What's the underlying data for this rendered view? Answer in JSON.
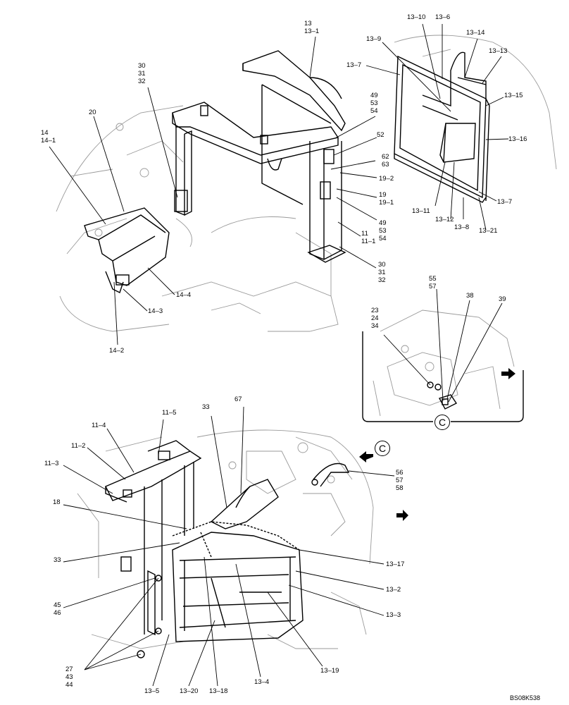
{
  "labels": {
    "l13": [
      "13",
      "13–1"
    ],
    "l30a": [
      "30",
      "31",
      "32"
    ],
    "l20": "20",
    "l14": [
      "14",
      "14–1"
    ],
    "l49a": [
      "49",
      "53",
      "54"
    ],
    "l52": "52",
    "l62": [
      "62",
      "63"
    ],
    "l19_2": "19–2",
    "l19": [
      "19",
      "19–1"
    ],
    "l49b": [
      "49",
      "53",
      "54"
    ],
    "l11": [
      "11",
      "11–1"
    ],
    "l30b": [
      "30",
      "31",
      "32"
    ],
    "l14_4": "14–4",
    "l14_3": "14–3",
    "l14_2": "14–2",
    "l13_10": "13–10",
    "l13_6": "13–6",
    "l13_14": "13–14",
    "l13_9": "13–9",
    "l13_13": "13–13",
    "l13_7a": "13–7",
    "l13_15": "13–15",
    "l13_16": "13–16",
    "l13_7b": "13–7",
    "l13_11": "13–11",
    "l13_12": "13–12",
    "l13_8": "13–8",
    "l13_21": "13–21",
    "l55": [
      "55",
      "57"
    ],
    "l38": "38",
    "l39": "39",
    "l23": [
      "23",
      "24",
      "34"
    ],
    "l33a": "33",
    "l67": "67",
    "l11_5": "11–5",
    "l11_4": "11–4",
    "l11_2": "11–2",
    "l11_3": "11–3",
    "l56": [
      "56",
      "57",
      "58"
    ],
    "l18": "18",
    "l33b": "33",
    "l13_17": "13–17",
    "l13_2": "13–2",
    "l13_3": "13–3",
    "l45": [
      "45",
      "46"
    ],
    "l27": [
      "27",
      "43",
      "44"
    ],
    "l13_5": "13–5",
    "l13_20": "13–20",
    "l13_18": "13–18",
    "l13_4": "13–4",
    "l13_19": "13–19"
  },
  "detail_callout": "C",
  "figure_code": "BS08K538"
}
